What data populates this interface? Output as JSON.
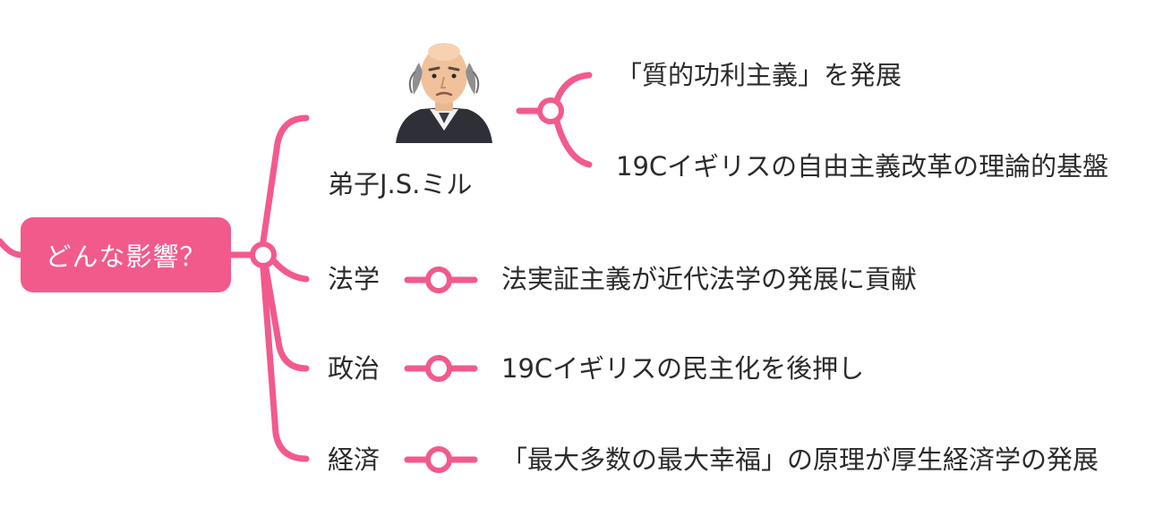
{
  "theme": {
    "branch_color": "#f25a8c",
    "root_text_color": "#ffffff",
    "text_color": "#2b2b2b"
  },
  "root": {
    "label": "どんな影響？"
  },
  "branches": [
    {
      "label": "弟子J.S.ミル",
      "icon": "mill-portrait-icon",
      "leaves": [
        "「質的功利主義」を発展",
        "19Cイギリスの自由主義改革の理論的基盤"
      ]
    },
    {
      "label": "法学",
      "leaves": [
        "法実証主義が近代法学の発展に貢献"
      ]
    },
    {
      "label": "政治",
      "leaves": [
        "19Cイギリスの民主化を後押し"
      ]
    },
    {
      "label": "経済",
      "leaves": [
        "「最大多数の最大幸福」の原理が厚生経済学の発展"
      ]
    }
  ]
}
